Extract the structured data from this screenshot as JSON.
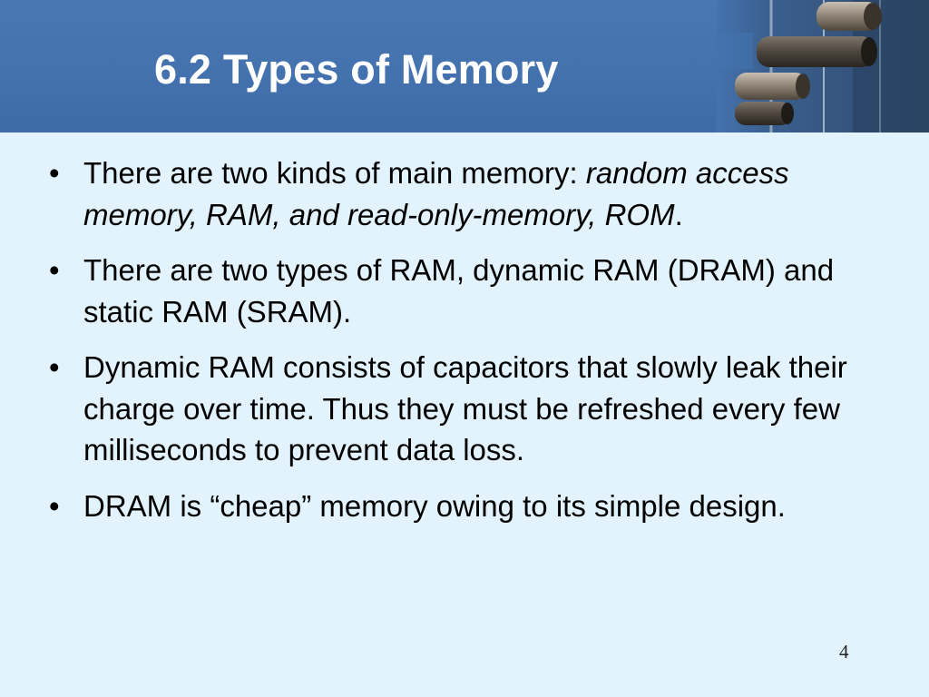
{
  "slide": {
    "title": "6.2 Types of Memory",
    "bullet_glyph": "•",
    "page_number": "4",
    "header_image": "header-photo-icon"
  },
  "bullets": [
    {
      "parts": [
        "There are two kinds of main memory: ",
        "random access memory, RAM, and read-only-memory, ROM",
        "."
      ]
    },
    {
      "parts": [
        "There are two types of RAM, dynamic RAM (DRAM) and static RAM (SRAM)."
      ]
    },
    {
      "parts": [
        "Dynamic RAM consists of capacitors that slowly leak their charge over time.  Thus they must be refreshed every few milliseconds to prevent data loss."
      ]
    },
    {
      "parts": [
        "DRAM is “cheap” memory owing to its simple design."
      ]
    }
  ],
  "colors": {
    "header_blue": "#4472ae",
    "background": "#e2f3fd",
    "title_text": "#ffffff",
    "body_text": "#000000"
  }
}
